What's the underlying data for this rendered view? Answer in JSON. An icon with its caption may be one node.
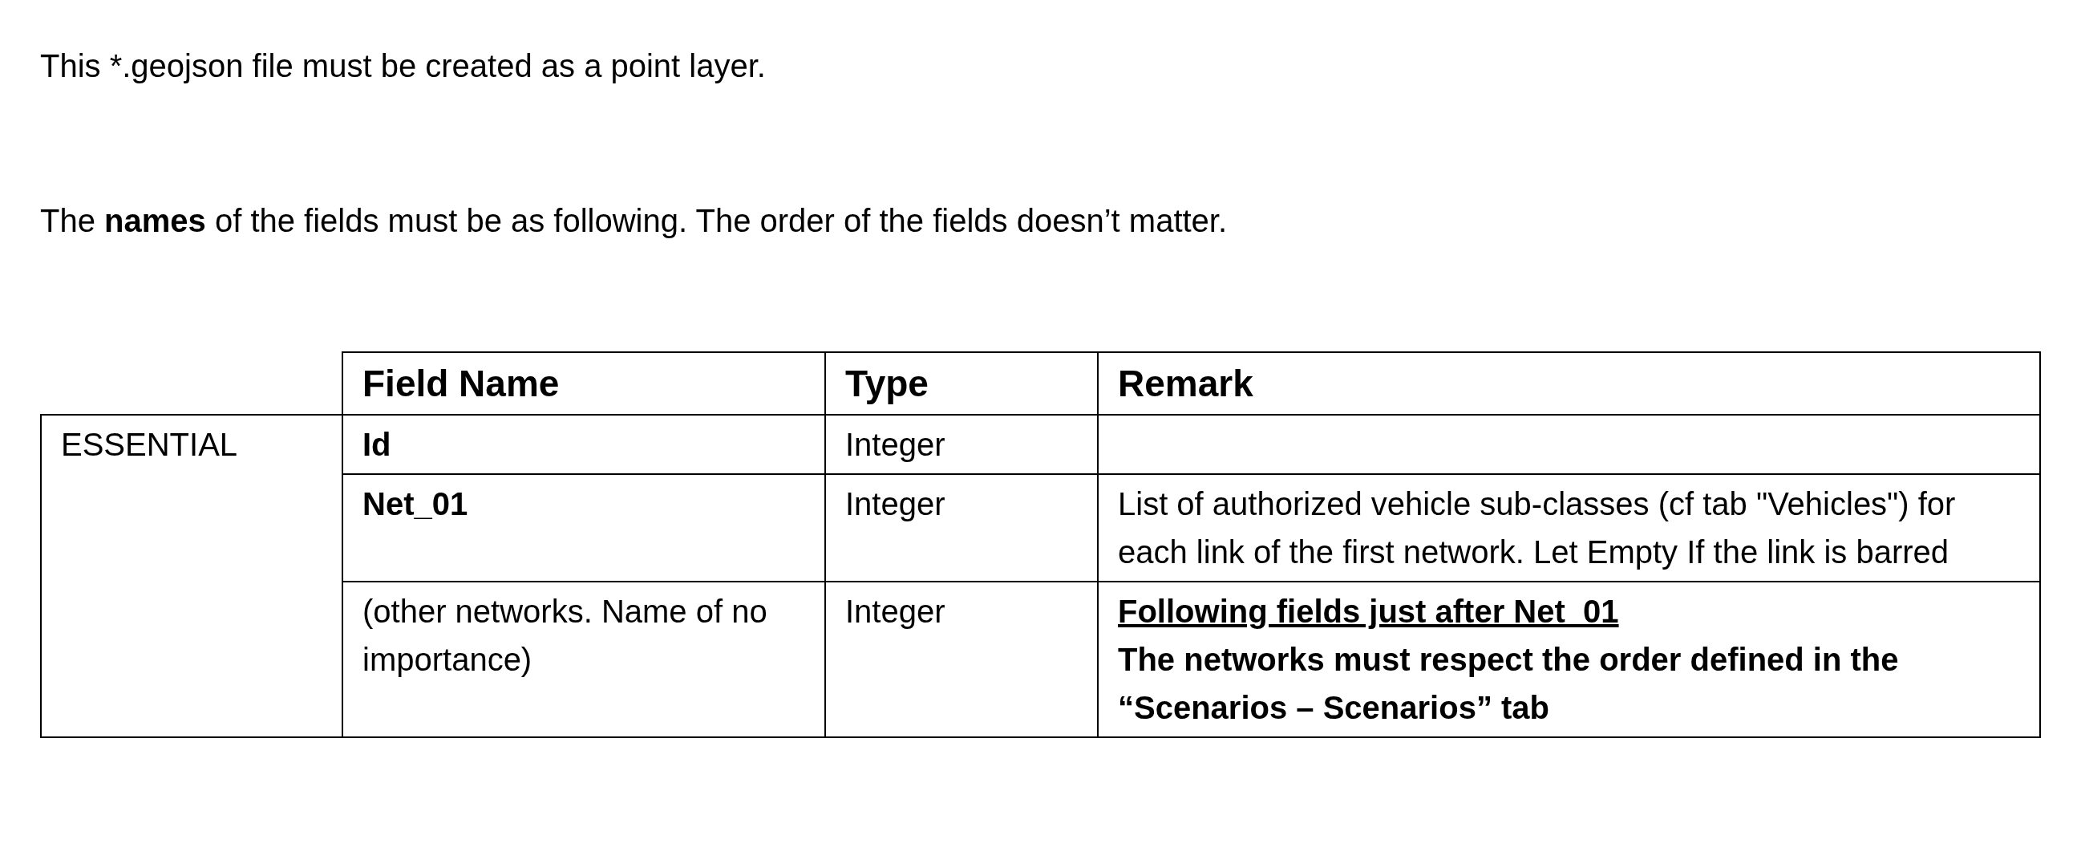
{
  "diagram": {
    "labels": [
      "This *.geojson file must be created as a point layer.",
      "The **names** of the fields must be as following. The order of the fields doesn’t matter.",
      "Field Name",
      "Type",
      "Remark",
      "ESSENTIAL",
      "Id",
      "Integer",
      "Net_01",
      "Integer",
      "List of authorized vehicle sub-classes (cf tab \"Vehicles\") for each link of the first network. Let Empty If the link is barred",
      "(other networks. Name of no importance)",
      "Integer",
      "Following fields just after Net_01",
      "The networks must respect the order defined in the “Scenarios – Scenarios” tab"
    ]
  }
}
